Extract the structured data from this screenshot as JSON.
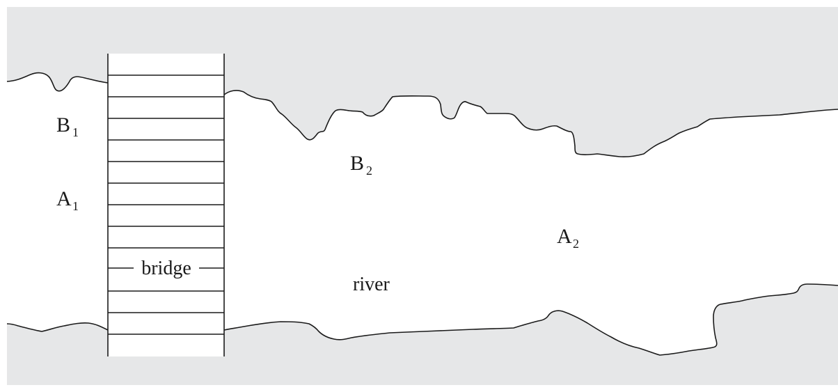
{
  "diagram": {
    "labels": {
      "b1": {
        "letter": "B",
        "subscript": "1"
      },
      "a1": {
        "letter": "A",
        "subscript": "1"
      },
      "b2": {
        "letter": "B",
        "subscript": "2"
      },
      "a2": {
        "letter": "A",
        "subscript": "2"
      },
      "bridge": "bridge",
      "river": "river"
    },
    "colors": {
      "land": "#e6e7e8",
      "water": "#ffffff",
      "line": "#1a1a1a"
    }
  }
}
